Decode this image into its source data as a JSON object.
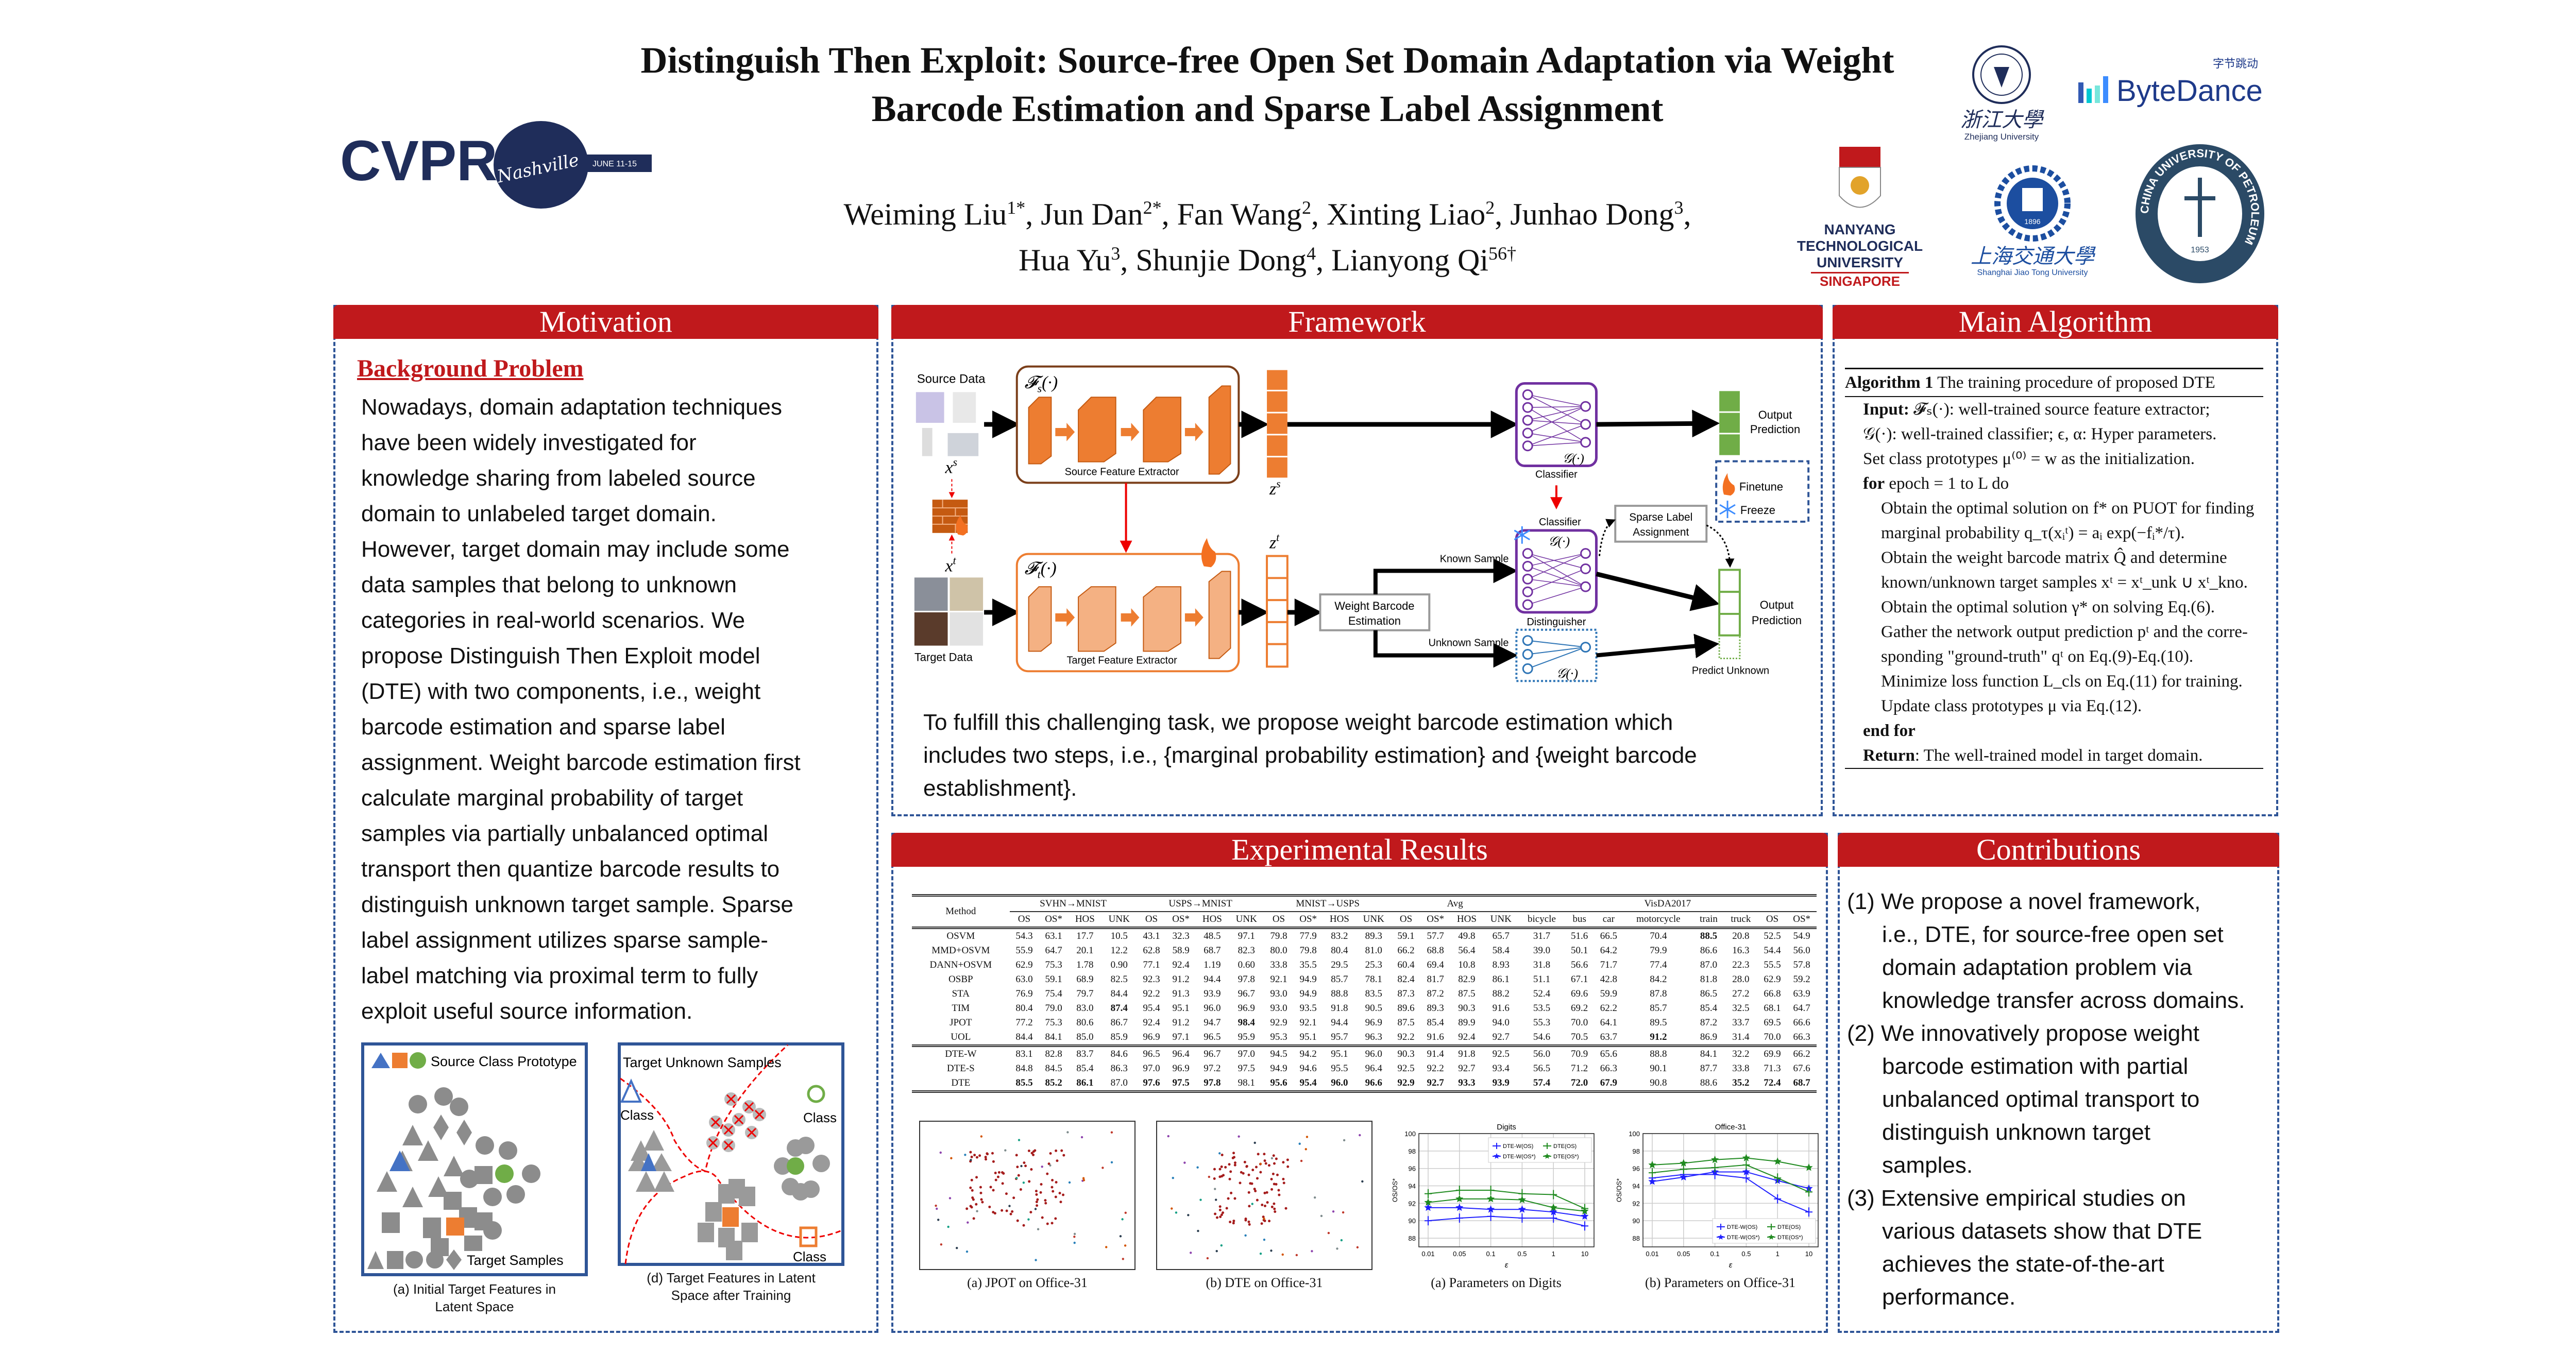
{
  "header": {
    "title_line1": "Distinguish Then Exploit: Source-free Open Set Domain Adaptation via Weight",
    "title_line2": "Barcode Estimation and Sparse Label Assignment",
    "authors_line1": [
      {
        "name": "Weiming Liu",
        "sup": "1*"
      },
      {
        "name": "Jun Dan",
        "sup": "2*"
      },
      {
        "name": "Fan Wang",
        "sup": "2"
      },
      {
        "name": "Xinting Liao",
        "sup": "2"
      },
      {
        "name": "Junhao Dong",
        "sup": "3"
      }
    ],
    "authors_line2": [
      {
        "name": "Hua Yu",
        "sup": "3"
      },
      {
        "name": "Shunjie Dong",
        "sup": "4"
      },
      {
        "name": "Lianyong Qi",
        "sup": "56†"
      }
    ],
    "conference_logo": {
      "main": "CVPR",
      "script": "Nashville",
      "date": "JUNE 11-15"
    },
    "logos": {
      "zju": {
        "cn": "浙江大學",
        "en": "Zhejiang University"
      },
      "bytedance": {
        "name": "ByteDance",
        "cn": "字节跳动"
      },
      "ntu": {
        "lines": [
          "NANYANG",
          "TECHNOLOGICAL",
          "UNIVERSITY"
        ],
        "country": "SINGAPORE"
      },
      "sjtu": {
        "cn": "上海交通大學",
        "en": "Shanghai Jiao Tong University",
        "year": "1896"
      },
      "upc": {
        "ring": "CHINA UNIVERSITY OF PETROLEUM",
        "year": "1953"
      }
    }
  },
  "colors": {
    "header_red": "#c0191c",
    "border_blue": "#2f5597",
    "orange": "#ed7d31",
    "purple": "#7030a0",
    "green": "#70ad47"
  },
  "motivation": {
    "title": "Motivation",
    "subheading": "Background Problem",
    "lines": [
      "Nowadays, domain adaptation techniques",
      "have been widely investigated for",
      "knowledge sharing from labeled source",
      "domain to unlabeled target domain.",
      "However, target domain may include some",
      "data samples that belong to unknown",
      "categories in real-world scenarios. We",
      "propose Distinguish Then Exploit model",
      "(DTE) with two components, i.e., weight",
      "barcode estimation and sparse label",
      "assignment. Weight barcode estimation first",
      "calculate marginal probability of target",
      "samples via partially unbalanced optimal",
      "transport then quantize barcode results to",
      "distinguish unknown target sample. Sparse",
      "label assignment utilizes sparse sample-",
      "label matching via proximal term to fully",
      "exploit useful source information."
    ],
    "fig_a": {
      "legend_top": "Source Class Prototype",
      "legend_bottom": "Target Samples",
      "caption_1": "(a) Initial Target Features in",
      "caption_2": "Latent Space"
    },
    "fig_d": {
      "unknown_label": "Target Unknown Samples",
      "class_label": "Class",
      "caption_1": "(d) Target Features in Latent",
      "caption_2": "Space after Training"
    }
  },
  "framework": {
    "title": "Framework",
    "labels": {
      "source_data": "Source Data",
      "target_data": "Target Data",
      "xs": "x",
      "xs_sup": "s",
      "xt": "x",
      "xt_sup": "t",
      "fs": "𝓕",
      "fs_sub": "s",
      "fs_arg": "(·)",
      "ft": "𝓕",
      "ft_sub": "t",
      "ft_arg": "(·)",
      "source_extractor": "Source Feature Extractor",
      "target_extractor": "Target Feature Extractor",
      "zs": "z",
      "zs_sup": "s",
      "zt": "z",
      "zt_sup": "t",
      "classifier": "Classifier",
      "classifier2": "Classifier",
      "g": "𝒢(·)",
      "output_prediction_1": "Output",
      "output_prediction_2": "Prediction",
      "finetune": "Finetune",
      "freeze": "Freeze",
      "sparse_1": "Sparse Label",
      "sparse_2": "Assignment",
      "known_sample": "Known Sample",
      "unknown_sample": "Unknown Sample",
      "wbe_1": "Weight Barcode",
      "wbe_2": "Estimation",
      "distinguisher": "Distinguisher",
      "predict_unknown": "Predict Unknown"
    },
    "caption_lines": [
      "To fulfill this challenging task, we propose weight barcode estimation which",
      "includes two steps, i.e., {marginal probability estimation} and {weight barcode",
      "establishment}."
    ]
  },
  "algorithm": {
    "panel_title": "Main Algorithm",
    "header_bold": "Algorithm 1",
    "header_text": "The training procedure of proposed DTE",
    "lines": [
      {
        "kw": "Input:",
        "text": " 𝓕ₛ(·): well-trained source feature extractor;",
        "indent": 1
      },
      {
        "kw": "",
        "text": "𝒢(·): well-trained classifier; ϵ, α: Hyper parameters.",
        "indent": 1
      },
      {
        "kw": "",
        "text": "Set class prototypes μ⁽⁰⁾ = w as the initialization.",
        "indent": 1
      },
      {
        "kw": "for",
        "text": " epoch = 1 to L do",
        "indent": 1
      },
      {
        "kw": "",
        "text": "Obtain the optimal solution on f* on PUOT for finding",
        "indent": 2
      },
      {
        "kw": "",
        "text": "marginal probability q_τ(xᵢᵗ) = aᵢ exp(−fᵢ*/τ).",
        "indent": 2
      },
      {
        "kw": "",
        "text": "Obtain the weight barcode matrix Q̂ and determine",
        "indent": 2
      },
      {
        "kw": "",
        "text": "known/unknown target samples xᵗ = xᵗ_unk ∪ xᵗ_kno.",
        "indent": 2
      },
      {
        "kw": "",
        "text": "Obtain the optimal solution γ* on solving Eq.(6).",
        "indent": 2
      },
      {
        "kw": "",
        "text": "Gather the network output prediction pᵗ and the corre-",
        "indent": 2
      },
      {
        "kw": "",
        "text": "sponding \"ground-truth\" qᵗ on Eq.(9)-Eq.(10).",
        "indent": 2
      },
      {
        "kw": "",
        "text": "Minimize loss function L_cls on Eq.(11) for training.",
        "indent": 2
      },
      {
        "kw": "",
        "text": "Update class prototypes μ via Eq.(12).",
        "indent": 2
      },
      {
        "kw": "end for",
        "text": "",
        "indent": 1
      },
      {
        "kw": "Return",
        "text": ": The well-trained model in target domain.",
        "indent": 1
      }
    ]
  },
  "results": {
    "title": "Experimental Results",
    "table": {
      "method_header": "Method",
      "groups": [
        {
          "label": "SVHN→MNIST",
          "span": 4
        },
        {
          "label": "USPS→MNIST",
          "span": 4
        },
        {
          "label": "MNIST→USPS",
          "span": 4
        },
        {
          "label": "Avg",
          "span": 4
        },
        {
          "label": "VisDA2017",
          "span": 8
        }
      ],
      "columns": [
        "OS",
        "OS*",
        "HOS",
        "UNK",
        "OS",
        "OS*",
        "HOS",
        "UNK",
        "OS",
        "OS*",
        "HOS",
        "UNK",
        "OS",
        "OS*",
        "HOS",
        "UNK",
        "bicycle",
        "bus",
        "car",
        "motorcycle",
        "train",
        "truck",
        "OS",
        "OS*"
      ],
      "rows": [
        {
          "method": "OSVM",
          "values": [
            "54.3",
            "63.1",
            "17.7",
            "10.5",
            "43.1",
            "32.3",
            "48.5",
            "97.1",
            "79.8",
            "77.9",
            "83.2",
            "89.3",
            "59.1",
            "57.7",
            "49.8",
            "65.7",
            "31.7",
            "51.6",
            "66.5",
            "70.4",
            "88.5",
            "20.8",
            "52.5",
            "54.9"
          ],
          "bold": [
            20
          ]
        },
        {
          "method": "MMD+OSVM",
          "values": [
            "55.9",
            "64.7",
            "20.1",
            "12.2",
            "62.8",
            "58.9",
            "68.7",
            "82.3",
            "80.0",
            "79.8",
            "80.4",
            "81.0",
            "66.2",
            "68.8",
            "56.4",
            "58.4",
            "39.0",
            "50.1",
            "64.2",
            "79.9",
            "86.6",
            "16.3",
            "54.4",
            "56.0"
          ],
          "bold": []
        },
        {
          "method": "DANN+OSVM",
          "values": [
            "62.9",
            "75.3",
            "1.78",
            "0.90",
            "77.1",
            "92.4",
            "1.19",
            "0.60",
            "33.8",
            "35.5",
            "29.5",
            "25.3",
            "60.4",
            "69.4",
            "10.8",
            "8.93",
            "31.8",
            "56.6",
            "71.7",
            "77.4",
            "87.0",
            "22.3",
            "55.5",
            "57.8"
          ],
          "bold": []
        },
        {
          "method": "OSBP",
          "values": [
            "63.0",
            "59.1",
            "68.9",
            "82.5",
            "92.3",
            "91.2",
            "94.4",
            "97.8",
            "92.1",
            "94.9",
            "85.7",
            "78.1",
            "82.4",
            "81.7",
            "82.9",
            "86.1",
            "51.1",
            "67.1",
            "42.8",
            "84.2",
            "81.8",
            "28.0",
            "62.9",
            "59.2"
          ],
          "bold": []
        },
        {
          "method": "STA",
          "values": [
            "76.9",
            "75.4",
            "79.7",
            "84.4",
            "92.2",
            "91.3",
            "93.9",
            "96.7",
            "93.0",
            "94.9",
            "88.8",
            "83.5",
            "87.3",
            "87.2",
            "87.5",
            "88.2",
            "52.4",
            "69.6",
            "59.9",
            "87.8",
            "86.5",
            "27.2",
            "66.8",
            "63.9"
          ],
          "bold": []
        },
        {
          "method": "TIM",
          "values": [
            "80.4",
            "79.0",
            "83.0",
            "87.4",
            "95.4",
            "95.1",
            "96.0",
            "96.9",
            "93.0",
            "93.5",
            "91.8",
            "90.5",
            "89.6",
            "89.3",
            "90.3",
            "91.6",
            "53.5",
            "69.2",
            "62.2",
            "85.7",
            "85.4",
            "32.5",
            "68.1",
            "64.7"
          ],
          "bold": [
            3
          ]
        },
        {
          "method": "JPOT",
          "values": [
            "77.2",
            "75.3",
            "80.6",
            "86.7",
            "92.4",
            "91.2",
            "94.7",
            "98.4",
            "92.9",
            "92.1",
            "94.4",
            "96.9",
            "87.5",
            "85.4",
            "89.9",
            "94.0",
            "55.3",
            "70.0",
            "64.1",
            "89.5",
            "87.2",
            "33.7",
            "69.5",
            "66.6"
          ],
          "bold": [
            7
          ]
        },
        {
          "method": "UOL",
          "values": [
            "84.4",
            "84.1",
            "85.0",
            "85.9",
            "96.9",
            "97.1",
            "96.5",
            "95.9",
            "95.3",
            "95.1",
            "95.7",
            "96.3",
            "92.2",
            "91.6",
            "92.4",
            "92.7",
            "54.6",
            "70.5",
            "63.7",
            "91.2",
            "86.9",
            "31.4",
            "70.0",
            "66.3"
          ],
          "bold": [
            19
          ]
        },
        {
          "method": "DTE-W",
          "values": [
            "83.1",
            "82.8",
            "83.7",
            "84.6",
            "96.5",
            "96.4",
            "96.7",
            "97.0",
            "94.5",
            "94.2",
            "95.1",
            "96.0",
            "90.3",
            "91.4",
            "91.8",
            "92.5",
            "56.0",
            "70.9",
            "65.6",
            "88.8",
            "84.1",
            "32.2",
            "69.9",
            "66.2"
          ],
          "bold": [],
          "group_start": true
        },
        {
          "method": "DTE-S",
          "values": [
            "84.8",
            "84.5",
            "85.4",
            "86.3",
            "97.0",
            "96.9",
            "97.2",
            "97.5",
            "94.9",
            "94.6",
            "95.5",
            "96.4",
            "92.5",
            "92.2",
            "92.7",
            "93.4",
            "56.5",
            "71.2",
            "66.3",
            "90.1",
            "87.7",
            "33.8",
            "71.3",
            "67.6"
          ],
          "bold": []
        },
        {
          "method": "DTE",
          "values": [
            "85.5",
            "85.2",
            "86.1",
            "87.0",
            "97.6",
            "97.5",
            "97.8",
            "98.1",
            "95.6",
            "95.4",
            "96.0",
            "96.6",
            "92.9",
            "92.7",
            "93.3",
            "93.9",
            "57.4",
            "72.0",
            "67.9",
            "90.8",
            "88.6",
            "35.2",
            "72.4",
            "68.7"
          ],
          "bold": [
            0,
            1,
            2,
            4,
            5,
            6,
            8,
            9,
            10,
            11,
            12,
            13,
            14,
            15,
            16,
            17,
            18,
            21,
            22,
            23
          ]
        }
      ]
    },
    "tsne": [
      {
        "caption": "(a) JPOT on Office-31"
      },
      {
        "caption": "(b) DTE on Office-31"
      }
    ]
  },
  "chart_data": [
    {
      "type": "line",
      "title": "Digits",
      "caption": "(a) Parameters on Digits",
      "xlabel": "ε",
      "ylabel": "OS/OS*",
      "categories": [
        "0.01",
        "0.05",
        "0.1",
        "0.5",
        "1",
        "10"
      ],
      "ylim": [
        87,
        100
      ],
      "yticks": [
        88,
        90,
        92,
        94,
        96,
        98,
        100
      ],
      "grid": true,
      "legend_position": "top-right",
      "series": [
        {
          "name": "DTE-W(OS)",
          "color": "#1f1fff",
          "marker": "plus",
          "values": [
            90.0,
            90.3,
            90.5,
            90.3,
            90.3,
            89.4
          ]
        },
        {
          "name": "DTE-W(OS*)",
          "color": "#1f1fff",
          "marker": "star",
          "values": [
            91.5,
            91.5,
            91.3,
            91.3,
            91.0,
            90.5
          ]
        },
        {
          "name": "DTE(OS)",
          "color": "#1f8a1f",
          "marker": "plus",
          "values": [
            93.1,
            93.5,
            93.5,
            93.1,
            93.0,
            91.4
          ]
        },
        {
          "name": "DTE(OS*)",
          "color": "#1f8a1f",
          "marker": "star",
          "values": [
            92.1,
            92.5,
            92.5,
            92.4,
            91.5,
            91.1
          ]
        }
      ]
    },
    {
      "type": "line",
      "title": "Office-31",
      "caption": "(b) Parameters on Office-31",
      "xlabel": "ε",
      "ylabel": "OS/OS*",
      "categories": [
        "0.01",
        "0.05",
        "0.1",
        "0.5",
        "1",
        "10"
      ],
      "ylim": [
        87,
        100
      ],
      "yticks": [
        88,
        90,
        92,
        94,
        96,
        98,
        100
      ],
      "grid": true,
      "legend_position": "bottom-right",
      "series": [
        {
          "name": "DTE-W(OS)",
          "color": "#1f1fff",
          "marker": "plus",
          "values": [
            94.9,
            95.3,
            95.3,
            94.9,
            92.5,
            91.0
          ]
        },
        {
          "name": "DTE-W(OS*)",
          "color": "#1f1fff",
          "marker": "star",
          "values": [
            94.5,
            95.0,
            95.6,
            95.6,
            94.6,
            93.7
          ]
        },
        {
          "name": "DTE(OS)",
          "color": "#1f8a1f",
          "marker": "plus",
          "values": [
            95.5,
            95.9,
            96.1,
            96.4,
            94.9,
            93.3
          ]
        },
        {
          "name": "DTE(OS*)",
          "color": "#1f8a1f",
          "marker": "star",
          "values": [
            96.4,
            96.6,
            97.0,
            97.2,
            96.8,
            96.1
          ]
        }
      ]
    }
  ],
  "contributions": {
    "title": "Contributions",
    "lines": [
      {
        "text": "(1) We propose a novel framework,",
        "indent": false
      },
      {
        "text": "i.e., DTE, for source-free open set",
        "indent": true
      },
      {
        "text": "domain adaptation problem via",
        "indent": true
      },
      {
        "text": "knowledge transfer across domains.",
        "indent": true
      },
      {
        "text": "(2) We innovatively propose weight",
        "indent": false
      },
      {
        "text": "barcode estimation with partial",
        "indent": true
      },
      {
        "text": "unbalanced optimal transport to",
        "indent": true
      },
      {
        "text": "distinguish unknown target",
        "indent": true
      },
      {
        "text": "samples.",
        "indent": true
      },
      {
        "text": "(3) Extensive empirical studies on",
        "indent": false
      },
      {
        "text": "various datasets show that DTE",
        "indent": true
      },
      {
        "text": "achieves the state-of-the-art",
        "indent": true
      },
      {
        "text": "performance.",
        "indent": true
      }
    ]
  }
}
